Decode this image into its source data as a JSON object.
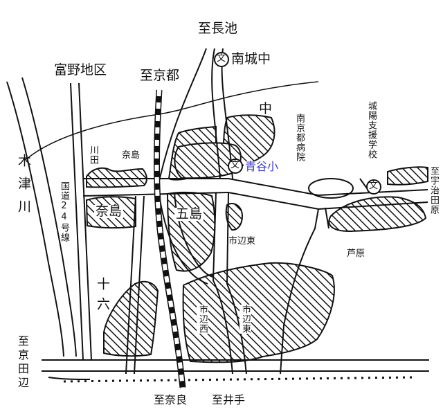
{
  "labels": {
    "nagaike": "至長池",
    "nanjo": "南城中",
    "tomino": "富野地区",
    "to_kyoto": "至京都",
    "naka": "中",
    "nankyoto": "南京都病院",
    "joyo_shien": "城陽支援学校",
    "to_ujitawara": "至宇治田原",
    "kizugawa": "木津川",
    "kokudo": "国道24号線",
    "kawata": "川田",
    "najima_small": "奈島",
    "najima_big": "奈島",
    "aodani": "青谷小",
    "goshima": "五島",
    "ichinobe_higashi_h": "市辺東",
    "ashihara": "芦原",
    "juroku": "十六",
    "ichinobe_nishi_v": "市辺西",
    "ichinobe_higashi_v": "市辺東",
    "to_kyotanabe": "至京田辺",
    "to_nara": "至奈良",
    "to_ide": "至井手"
  },
  "school_symbol": "文",
  "colors": {
    "ink": "#111111",
    "label_blue": "#3a3ad4"
  }
}
